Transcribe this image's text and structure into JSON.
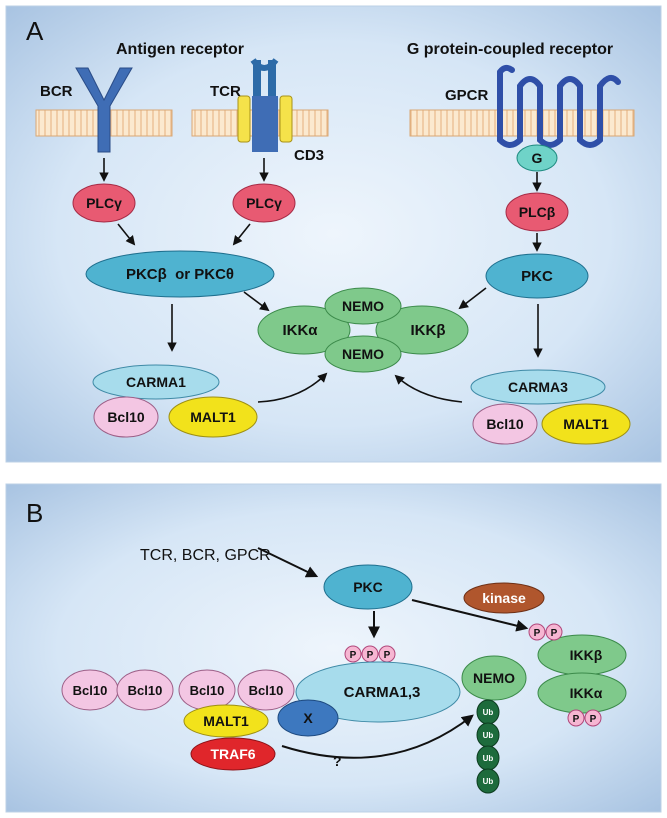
{
  "panel_a": {
    "letter": "A",
    "antigen_receptor": "Antigen receptor",
    "gpcr_title": "G protein-coupled receptor",
    "bcr": "BCR",
    "tcr": "TCR",
    "cd3": "CD3",
    "gpcr": "GPCR",
    "g": "G",
    "plc_gamma_1": "PLCγ",
    "plc_gamma_2": "PLCγ",
    "plc_beta": "PLCβ",
    "pkc_beta_theta": "PKCβ  or PKCθ",
    "pkc": "PKC",
    "nemo_top": "NEMO",
    "ikk_alpha": "IKKα",
    "ikk_beta": "IKKβ",
    "nemo_bottom": "NEMO",
    "carma1": "CARMA1",
    "bcl10_left": "Bcl10",
    "malt1_left": "MALT1",
    "carma3": "CARMA3",
    "bcl10_right": "Bcl10",
    "malt1_right": "MALT1"
  },
  "panel_b": {
    "letter": "B",
    "receptors": "TCR, BCR, GPCR",
    "pkc": "PKC",
    "kinase": "kinase",
    "p": "P",
    "bcl10": "Bcl10",
    "carma13": "CARMA1,3",
    "malt1": "MALT1",
    "x": "X",
    "traf6": "TRAF6",
    "question": "?",
    "nemo": "NEMO",
    "ub": "Ub",
    "ikk_beta": "IKKβ",
    "ikk_alpha": "IKKα"
  },
  "colors": {
    "panel_bg": "#cfe0f3",
    "pkc_blue": "#4fb3d0",
    "plc_pink": "#e85a72",
    "ikk_green": "#7fc98b",
    "carma_blue": "#a7dcec",
    "bcl10_pink": "#f3c6e3",
    "malt1_yellow": "#f2e21b",
    "kinase_brown": "#b0562d",
    "traf6_red": "#e0262b",
    "ub_dark_green": "#1d6b3c",
    "x_blue": "#3d78bf",
    "receptor_blue": "#3f6db5"
  }
}
